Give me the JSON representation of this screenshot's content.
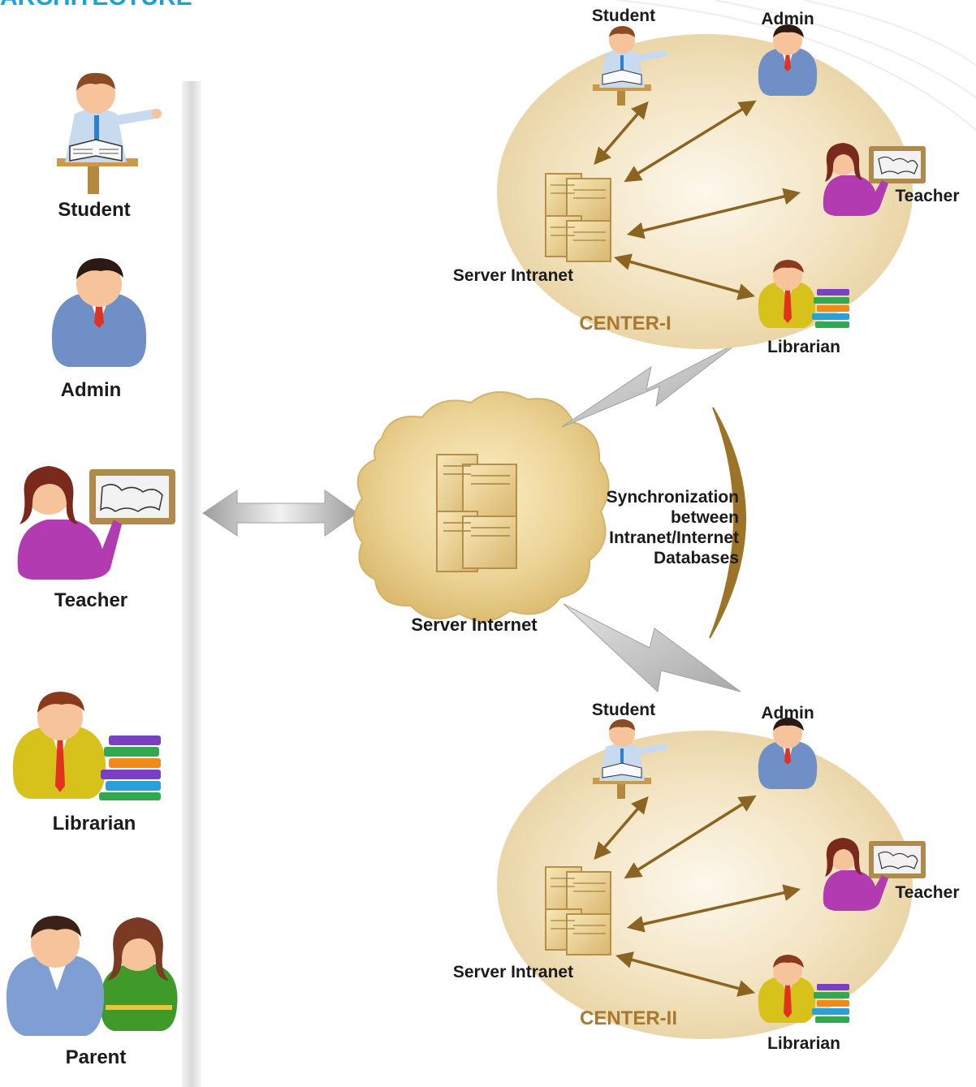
{
  "title": "ARCHITECTURE",
  "left_roles": [
    "Student",
    "Admin",
    "Teacher",
    "Librarian",
    "Parent"
  ],
  "server_internet_label": "Server Internet",
  "sync_label": [
    "Synchronization",
    "between",
    "Intranet/Internet",
    "Databases"
  ],
  "centers": [
    {
      "name": "CENTER-I",
      "server_label": "Server Intranet",
      "roles": {
        "student": "Student",
        "admin": "Admin",
        "teacher": "Teacher",
        "librarian": "Librarian"
      }
    },
    {
      "name": "CENTER-II",
      "server_label": "Server Intranet",
      "roles": {
        "student": "Student",
        "admin": "Admin",
        "teacher": "Teacher",
        "librarian": "Librarian"
      }
    }
  ],
  "colors": {
    "title": "#1aa3d8",
    "center_label": "#a8792f",
    "arrow": "#8a6420",
    "center_fill": "#ecd9ad",
    "cloud_fill": "#e6c983",
    "server_fill": "#f0d89c",
    "divider": "#d9d9d9"
  }
}
